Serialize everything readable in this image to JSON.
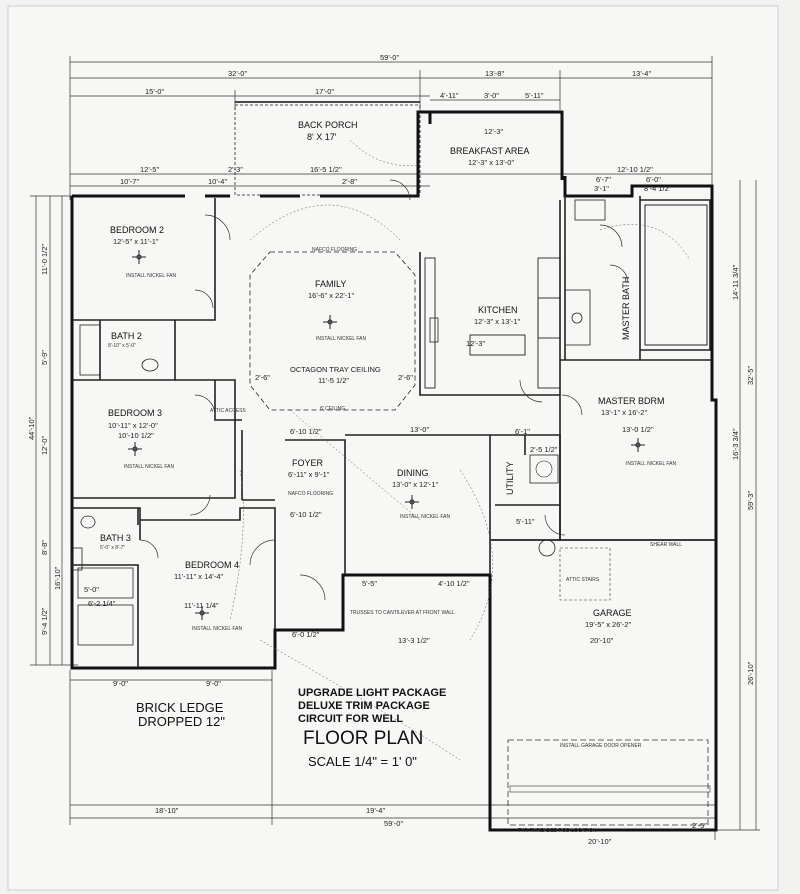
{
  "rooms": {
    "back_porch": {
      "name": "BACK PORCH",
      "size": "8' X 17'"
    },
    "breakfast": {
      "name": "BREAKFAST AREA",
      "size": "12'-3\" x 13'-0\""
    },
    "bedroom2": {
      "name": "BEDROOM 2",
      "size": "12'-5\" x 11'-1\"",
      "fan": "INSTALL NICKEL FAN"
    },
    "family": {
      "name": "FAMILY",
      "size": "16'-6\" x 22'-1\"",
      "fan": "INSTALL NICKEL FAN"
    },
    "kitchen": {
      "name": "KITCHEN",
      "size": "12'-3\" x 13'-1\""
    },
    "master_bath": {
      "name": "MASTER BATH"
    },
    "bath2": {
      "name": "BATH 2",
      "size": "8'-10\" x 5'-0\""
    },
    "bedroom3": {
      "name": "BEDROOM 3",
      "size": "10'-11\" x 12'-0\"",
      "size2": "10'-10 1/2\"",
      "fan": "INSTALL NICKEL FAN"
    },
    "master_bdrm": {
      "name": "MASTER BDRM",
      "size": "13'-1\" x 16'-2\"",
      "fan": "INSTALL NICKEL FAN"
    },
    "foyer": {
      "name": "FOYER",
      "size": "6'-11\" x 9'-1\""
    },
    "dining": {
      "name": "DINING",
      "size": "13'-0\" x 12'-1\"",
      "fan": "INSTALL NICKEL FAN"
    },
    "utility": {
      "name": "UTILITY"
    },
    "bath3": {
      "name": "BATH 3",
      "size": "5'-0\" x 8'-7\""
    },
    "bedroom4": {
      "name": "BEDROOM 4",
      "size": "11'-11\" x 14'-4\"",
      "size2": "11'-11 1/4\"",
      "fan": "INSTALL NICKEL FAN"
    },
    "garage": {
      "name": "GARAGE",
      "size": "19'-5\" x 26'-2\""
    }
  },
  "notes": {
    "tray": "OCTAGON TRAY CEILING",
    "tray_dim": "11'-5 1/2\"",
    "attic_access": "ATTIC ACCESS",
    "attic_stairs": "ATTIC STAIRS",
    "shear_wall": "SHEAR WALL",
    "garage_door": "INSTALL GARAGE DOOR OPENER",
    "rod": "TYP. THREADED ROD LOCATION",
    "trusses": "TRUSSES TO CANTILEVER AT FRONT WALL",
    "flooring": "NAFCO FLOORING",
    "ceiling": "8' CEILING"
  },
  "dims": {
    "overall_top": "59'-0\"",
    "left_top": "32'-0\"",
    "mid_top": "13'-8\"",
    "right_top": "13'-4\"",
    "porch_left": "15'-0\"",
    "porch_width": "17'-0\"",
    "bk_a": "4'-11\"",
    "bk_b": "3'-0\"",
    "bk_c": "5'-11\"",
    "bk_width": "12'-3\"",
    "r1": "12'-5\"",
    "r2": "2'-3\"",
    "r3": "16'-5 1/2\"",
    "r4": "10'-7\"",
    "r5": "10'-4\"",
    "r6": "2'-8\"",
    "r7": "12'-10 1/2\"",
    "r8": "6'-7\"",
    "r9": "6'-0\"",
    "r10": "3'-1\"",
    "r11": "8'-4 1/2\"",
    "left_1": "11'-0 1/2\"",
    "left_2": "5'-9\"",
    "left_3": "12'-0\"",
    "left_4": "8'-8\"",
    "left_5": "9'-4 1/2\"",
    "left_total": "44'-10\"",
    "left_b": "16'-10\"",
    "right_1": "14'-11 3/4\"",
    "right_2": "32'-5\"",
    "right_3": "16'-3 3/4\"",
    "right_4": "59'-3\"",
    "right_5": "26'-10\"",
    "mid_1": "12'-3\"",
    "mid_2": "13'-0\"",
    "mid_3": "13'-0 1/2\"",
    "mid_4": "6'-10 1/2\"",
    "mid_5": "2'-6\"",
    "mid_6": "2'-6\"",
    "mid_7": "6'-0 1/2\"",
    "mid_8": "13'-3 1/2\"",
    "mid_9": "5'-5\"",
    "mid_10": "4'-10 1/2\"",
    "mid_11": "6'-10 1/2\"",
    "mid_12": "20'-10\"",
    "mid_13": "5'-11\"",
    "mid_14": "2'-5 1/2\"",
    "mid_15": "6'-1\"",
    "bottom_1": "9'-0\"",
    "bottom_2": "9'-0\"",
    "bottom_3": "18'-10\"",
    "bottom_4": "19'-4\"",
    "bottom_5": "59'-0\"",
    "bottom_6": "20'-10\"",
    "bottom_7": "2'-5\"",
    "bath3_w": "6'-2 1/4\"",
    "bath3_h": "5'-0\""
  },
  "labels": {
    "brick1": "BRICK LEDGE",
    "brick2": "DROPPED 12\"",
    "upgrade1": "UPGRADE LIGHT PACKAGE",
    "upgrade2": "DELUXE TRIM PACKAGE",
    "upgrade3": "CIRCUIT FOR WELL",
    "floor_plan": "FLOOR PLAN",
    "scale": "SCALE 1/4\" = 1' 0\""
  }
}
